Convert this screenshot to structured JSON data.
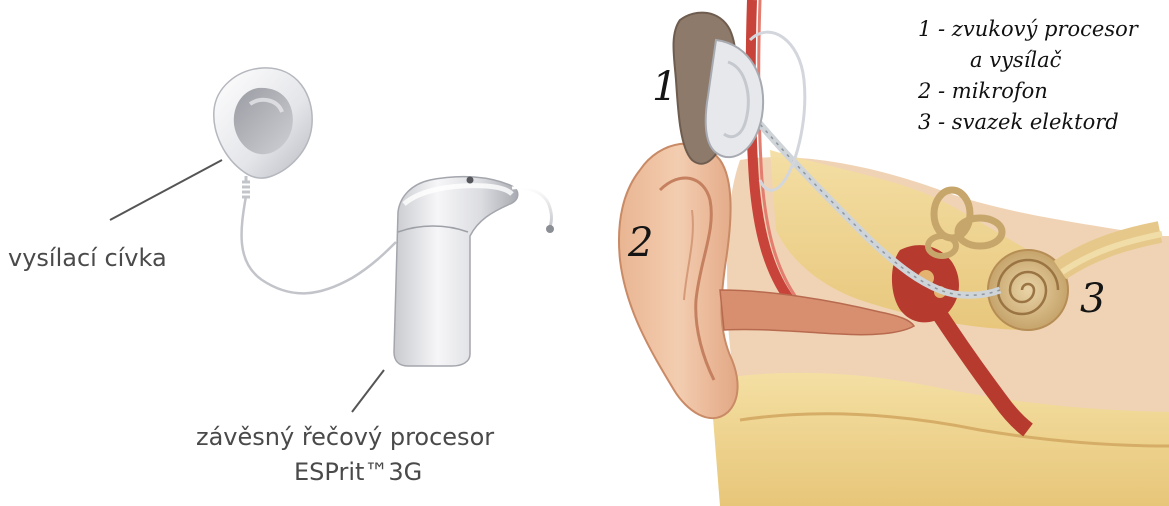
{
  "left_panel": {
    "coil_label": "vysílací cívka",
    "processor_label_line1": "závěsný řečový procesor",
    "processor_label_line2": "ESPrit™3G"
  },
  "right_panel": {
    "markers": {
      "m1": "1",
      "m2": "2",
      "m3": "3"
    },
    "legend": [
      "1 -  zvukový procesor",
      "a vysílač",
      "2 - mikrofon",
      "3 - svazek elektord"
    ]
  }
}
